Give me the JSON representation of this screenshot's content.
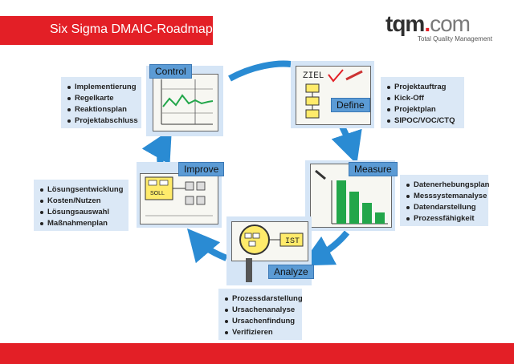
{
  "header": {
    "title": "Six Sigma DMAIC-Roadmap",
    "logo_main": "tqm",
    "logo_dot": ".",
    "logo_com": "com",
    "logo_sub": "Total Quality Management"
  },
  "phases": {
    "define": {
      "label": "Define",
      "sketch_text": "ZIEL",
      "items": [
        "Projektauftrag",
        "Kick-Off",
        "Projektplan",
        "SIPOC/VOC/CTQ"
      ]
    },
    "measure": {
      "label": "Measure",
      "items": [
        "Datenerhebungsplan",
        "Messsystemanalyse",
        "Datendarstellung",
        "Prozessfähigkeit"
      ]
    },
    "analyze": {
      "label": "Analyze",
      "sketch_text": "IST",
      "items": [
        "Prozessdarstellung",
        "Ursachenanalyse",
        "Ursachenfindung",
        "Verifizieren"
      ]
    },
    "improve": {
      "label": "Improve",
      "sketch_text": "SOLL",
      "items": [
        "Lösungsentwicklung",
        "Kosten/Nutzen",
        "Lösungsauswahl",
        "Maßnahmenplan"
      ]
    },
    "control": {
      "label": "Control",
      "items": [
        "Implementierung",
        "Regelkarte",
        "Reaktionsplan",
        "Projektabschluss"
      ]
    }
  },
  "colors": {
    "brand_red": "#e31f26",
    "arrow_blue": "#2a8bd3",
    "box_blue": "#dbe8f6",
    "label_blue": "#5b9bd5",
    "bar_green": "#22a64a"
  }
}
